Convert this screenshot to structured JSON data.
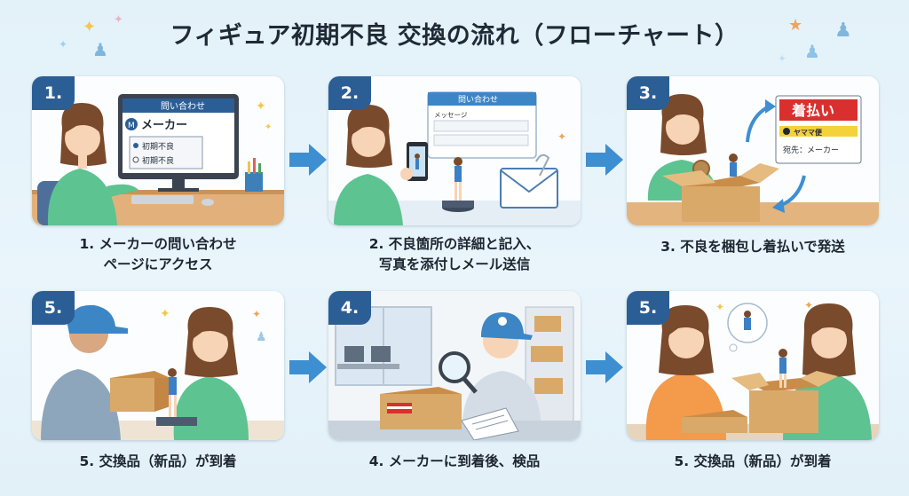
{
  "title": "フィギュア初期不良 交換の流れ（フローチャート）",
  "colors": {
    "accent": "#2c5e96",
    "arrow": "#3d8fd1",
    "sweater": "#5cc391",
    "box": "#d9a96a"
  },
  "steps": [
    {
      "badge": "1.",
      "caption_lines": [
        "1. メーカーの問い合わせ",
        "ページにアクセス"
      ],
      "screen_header": "問い合わせ",
      "screen_brand": "メーカー",
      "options": [
        "初期不良",
        "初期不良"
      ]
    },
    {
      "badge": "2.",
      "caption_lines": [
        "2. 不良箇所の詳細と記入、",
        "写真を添付しメール送信"
      ],
      "form_header": "問い合わせ",
      "form_field": "メッセージ"
    },
    {
      "badge": "3.",
      "caption_lines": [
        "3. 不良を梱包し着払いで発送"
      ],
      "label_title": "着払い",
      "label_carrier": "ヤママ便",
      "label_to": "宛先：メーカー"
    },
    {
      "badge": "5.",
      "caption_lines": [
        "5. 交換品（新品）が到着"
      ]
    },
    {
      "badge": "4.",
      "caption_lines": [
        "4. メーカーに到着後、検品"
      ]
    },
    {
      "badge": "5.",
      "caption_lines": [
        "5. 交換品（新品）が到着"
      ]
    }
  ]
}
